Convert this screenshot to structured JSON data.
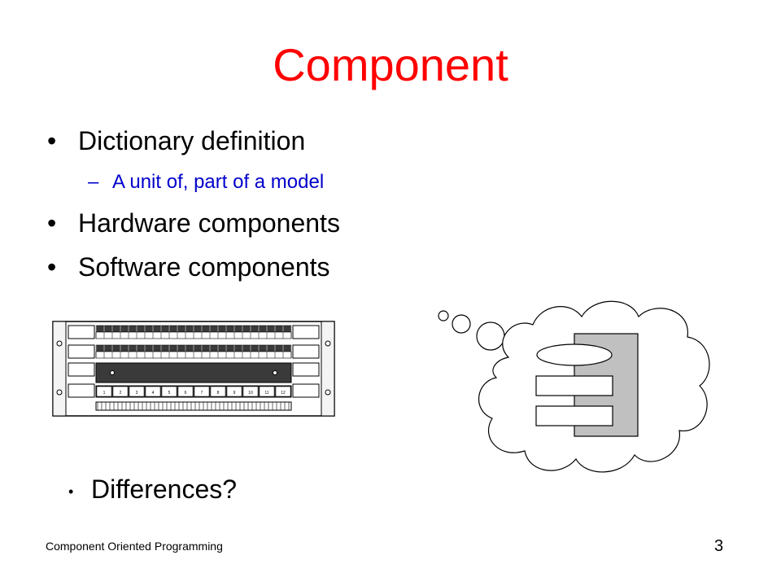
{
  "slide": {
    "title": "Component",
    "bullets": [
      {
        "marker": "•",
        "text": "Dictionary definition"
      },
      {
        "marker": "•",
        "text": "Hardware components"
      },
      {
        "marker": "•",
        "text": "Software components"
      }
    ],
    "sub_bullet": {
      "marker": "–",
      "text": "A unit of, part of a model"
    },
    "question": {
      "marker": "•",
      "text": "Differences?"
    },
    "footer": "Component Oriented Programming",
    "page_number": "3"
  },
  "panel": {
    "port_numbers": [
      "1",
      "2",
      "3",
      "4",
      "5",
      "6",
      "7",
      "8",
      "9",
      "10",
      "11",
      "12"
    ]
  },
  "colors": {
    "title": "#ff0000",
    "sub_bullet": "#0000cc",
    "panel_dark": "#3a3a3a",
    "component_box": "#c0c0c0"
  },
  "icons": {
    "hardware": "patch-panel-illustration",
    "software": "thought-cloud-component-icon"
  }
}
